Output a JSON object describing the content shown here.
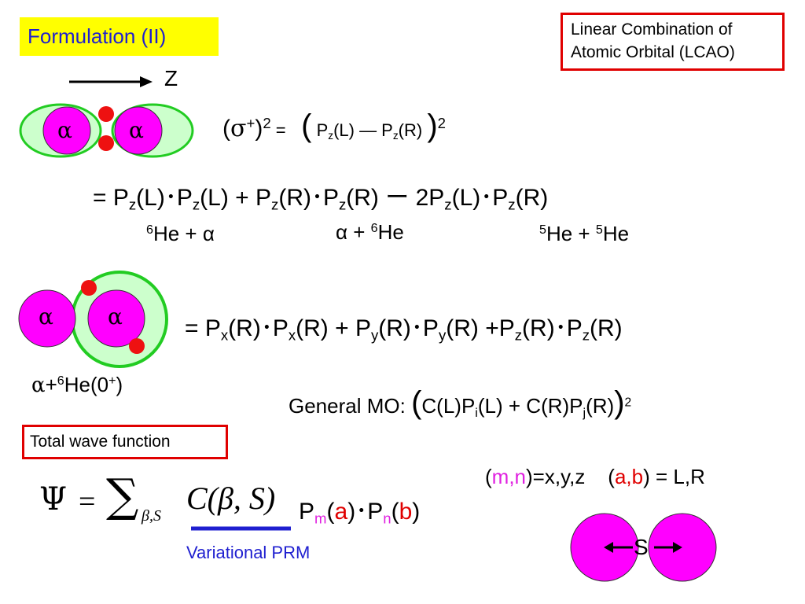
{
  "title": "Formulation (II)",
  "lcao": {
    "line1": "Linear Combination of",
    "line2": "Atomic Orbital  (LCAO)"
  },
  "axis_label": "Z",
  "alpha": "α",
  "sigma_eq": {
    "sigma": "σ",
    "plus": "+",
    "sq": "2",
    "eq": " =",
    "pz": "P",
    "z": "z",
    "L": "(L) — P",
    "R": "(R)",
    "sq2": "2"
  },
  "expansion": {
    "eq": "= P",
    "t1": "(L)･P",
    "t2": "(L) + P",
    "t3": "(R)･P",
    "t4": "(R)  ー  2P",
    "t5": "(L)･P",
    "t6": "(R)",
    "z": "z"
  },
  "channels": {
    "c1_sup": "6",
    "c1_text": "He + α",
    "c2_text": "α + ",
    "c2_sup": "6",
    "c2_end": "He",
    "c3_sup1": "5",
    "c3_mid": "He + ",
    "c3_sup2": "5",
    "c3_end": "He"
  },
  "pxpy": {
    "eq": "= P",
    "x": "x",
    "y": "y",
    "z": "z",
    "a1": "(R)･P",
    "a2": "(R) + P",
    "a3": "(R)･P",
    "a4": "(R) +P",
    "a5": "(R)･P",
    "a6": "(R)"
  },
  "he6_label": {
    "alpha": "α",
    "plus": "+",
    "sup": "6",
    "he": "He(0",
    "sup2": "+",
    "close": ")"
  },
  "general_mo": {
    "label": "General MO:",
    "c1": "C(L)P",
    "i": "i",
    "c2": "(L) + C(R)P",
    "j": "j",
    "c3": "(R)",
    "sq": "2"
  },
  "total_wave_function": "Total wave function",
  "indices": {
    "mn_open": "(",
    "mn": "m,n",
    "mn_close": ")=x,y,z",
    "ab_open": "(",
    "ab": "a,b",
    "ab_close": ") = L,R"
  },
  "psi": {
    "psi": "Ψ",
    "eq": "=",
    "sum": "∑",
    "sub": "β,S",
    "c": "C(β, S)"
  },
  "pmn": {
    "p": "P",
    "m": "m",
    "a": "a",
    "mid": "･P",
    "n": "n",
    "b": "b"
  },
  "variational_prm": "Variational PRM",
  "s_label": "S",
  "colors": {
    "alpha_fill": "#ff00ff",
    "orbital_fill": "#ccffcc",
    "orbital_stroke": "#22cc22",
    "neutron": "#ee1111",
    "title_bg": "#ffff00",
    "title_text": "#1f1fd0",
    "box_border": "#e00000",
    "underline": "#1f1fd0"
  }
}
